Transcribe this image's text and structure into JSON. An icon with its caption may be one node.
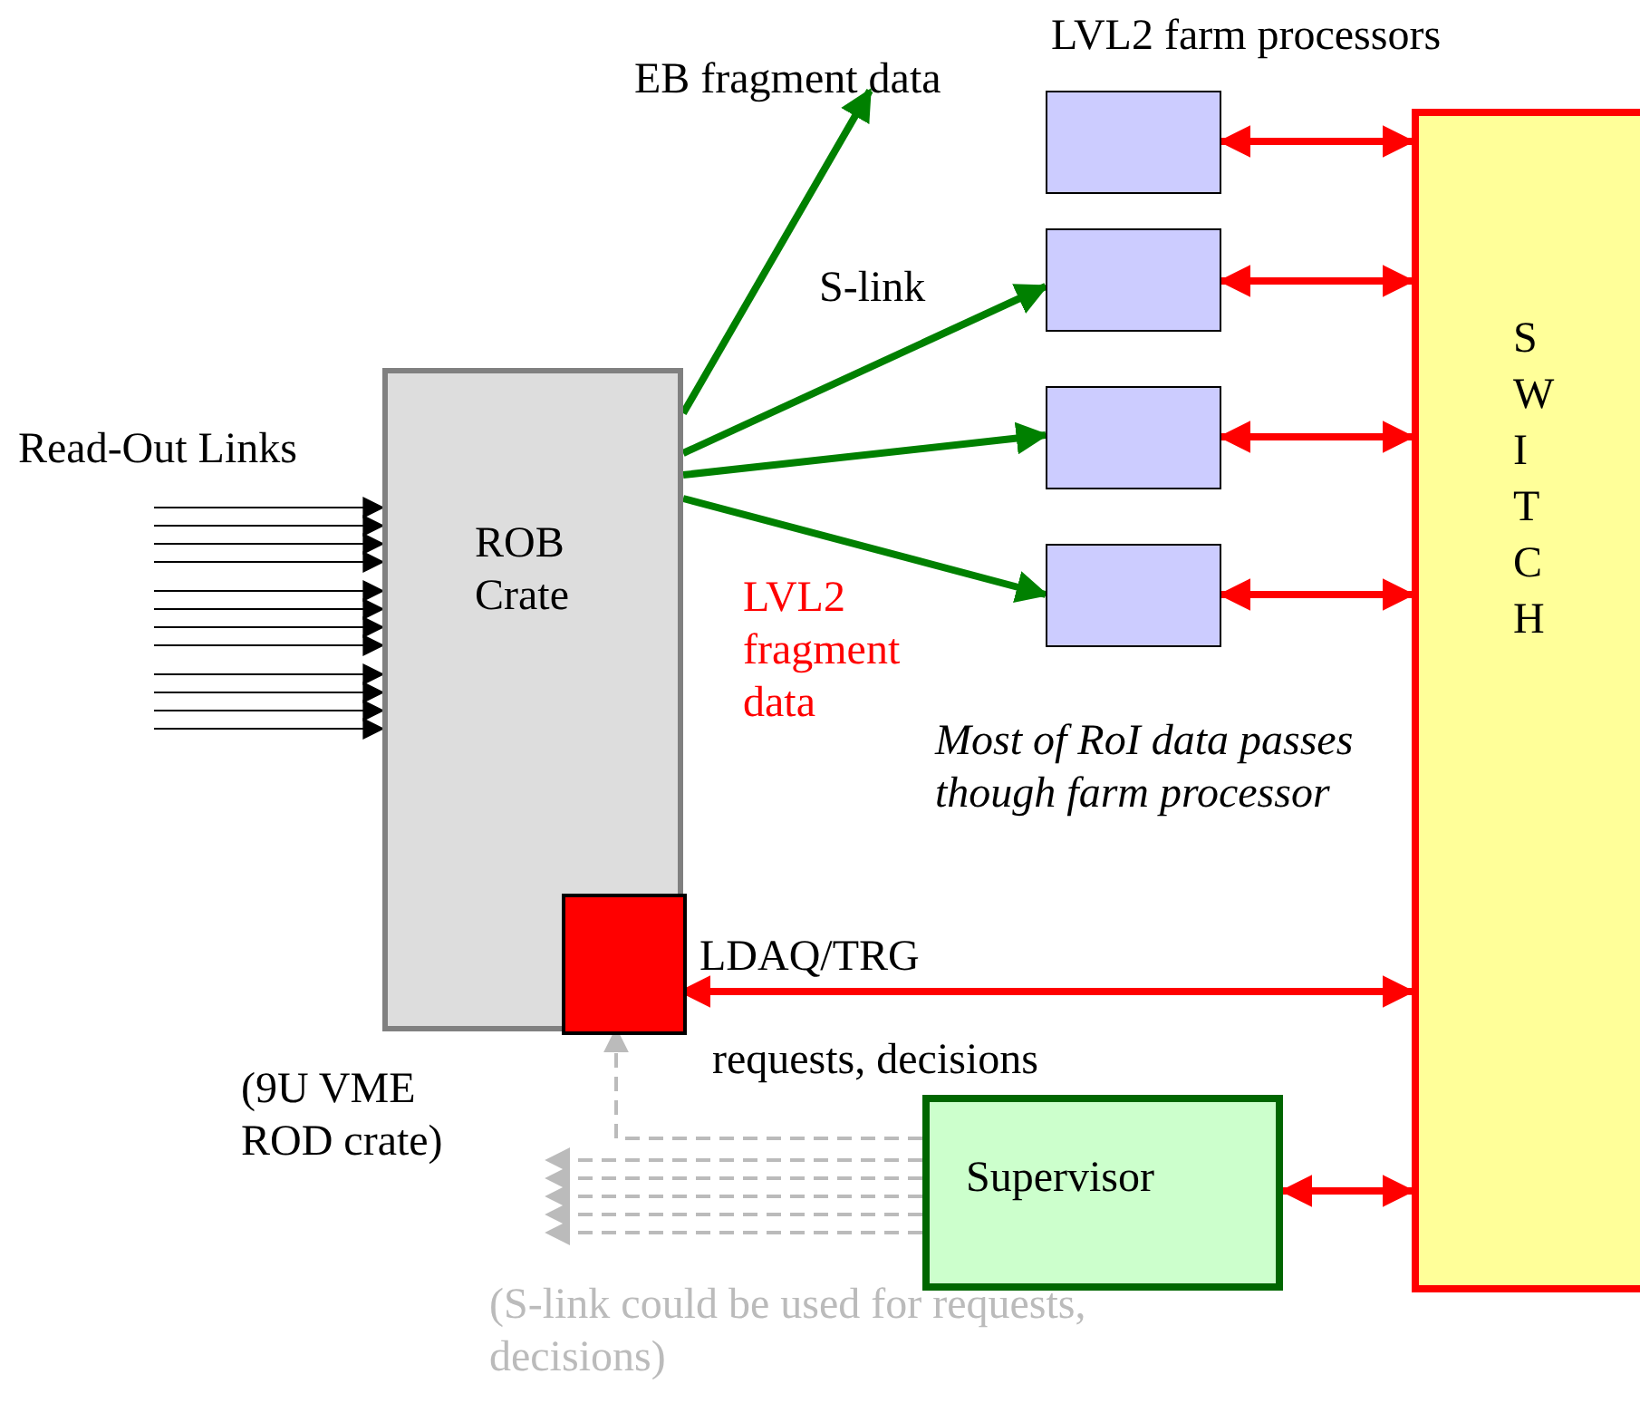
{
  "diagram": {
    "nodes": [
      {
        "text": [
          "ROB Crate"
        ],
        "beside": [
          "(9U VME ROD crate)"
        ]
      },
      {
        "text": [],
        "shape": "box",
        "in": 0
      },
      {
        "text": [],
        "shape": "box"
      },
      {
        "text": [],
        "shape": "box"
      },
      {
        "text": [],
        "shape": "box"
      },
      {
        "text": [],
        "shape": "box"
      },
      {
        "text": [
          "S W I T C H"
        ]
      },
      {
        "text": [
          "Supervisor"
        ]
      }
    ],
    "edges": [
      {
        "from": null,
        "to": 0,
        "arrow": "to"
      },
      {
        "from": null,
        "to": 0,
        "arrow": "to"
      },
      {
        "from": null,
        "to": 0,
        "arrow": "to"
      },
      {
        "from": null,
        "to": 0,
        "arrow": "to"
      },
      {
        "from": null,
        "to": 0,
        "arrow": "to"
      },
      {
        "from": null,
        "to": 0,
        "arrow": "to"
      },
      {
        "from": null,
        "to": 0,
        "arrow": "to"
      },
      {
        "from": null,
        "to": 0,
        "arrow": "to"
      },
      {
        "from": null,
        "to": 0,
        "arrow": "to"
      },
      {
        "from": null,
        "to": 0,
        "arrow": "to"
      },
      {
        "from": null,
        "to": 0,
        "arrow": "to"
      },
      {
        "from": null,
        "to": 0,
        "arrow": "to"
      },
      {
        "from": 0,
        "to": null,
        "arrow": "to",
        "label": "EB fragment data",
        "style": "thick",
        "color": "#008000"
      },
      {
        "from": 0,
        "to": 3,
        "arrow": "to",
        "label": "S-link",
        "style": "thick",
        "color": "#008000"
      },
      {
        "from": 0,
        "to": 4,
        "arrow": "to",
        "style": "thick",
        "color": "#008000"
      },
      {
        "from": 0,
        "to": 5,
        "arrow": "to",
        "style": "thick",
        "color": "#008000"
      },
      {
        "from": 2,
        "to": 6,
        "arrow": "both",
        "style": "thick",
        "color": "#ff0000"
      },
      {
        "from": 3,
        "to": 6,
        "arrow": "both",
        "style": "thick",
        "color": "#ff0000"
      },
      {
        "from": 4,
        "to": 6,
        "arrow": "both",
        "style": "thick",
        "color": "#ff0000"
      },
      {
        "from": 5,
        "to": 6,
        "arrow": "both",
        "style": "thick",
        "color": "#ff0000"
      },
      {
        "from": 1,
        "to": 6,
        "arrow": "both",
        "label": "LDAQ/TRG",
        "style": "thick",
        "color": "#ff0000"
      },
      {
        "from": 7,
        "to": 6,
        "arrow": "both",
        "style": "thick",
        "color": "#ff0000"
      },
      {
        "from": 7,
        "to": 1,
        "arrow": "to",
        "style": "dashed",
        "color": "#bbbbbb"
      },
      {
        "from": 7,
        "to": null,
        "arrow": "to",
        "style": "dashed",
        "color": "#bbbbbb"
      },
      {
        "from": 7,
        "to": null,
        "arrow": "to",
        "style": "dashed",
        "color": "#bbbbbb"
      },
      {
        "from": 7,
        "to": null,
        "arrow": "to",
        "style": "dashed",
        "color": "#bbbbbb"
      },
      {
        "from": 7,
        "to": null,
        "arrow": "to",
        "style": "dashed",
        "color": "#bbbbbb"
      },
      {
        "from": 7,
        "to": null,
        "arrow": "to",
        "style": "dashed",
        "color": "#bbbbbb"
      }
    ],
    "labels": [
      "Read-Out Links",
      "LVL2 farm processors",
      "LVL2 fragment data",
      "Most of RoI data passes though farm processor",
      "requests, decisions",
      "(S-link could be used for requests, decisions)"
    ]
  }
}
